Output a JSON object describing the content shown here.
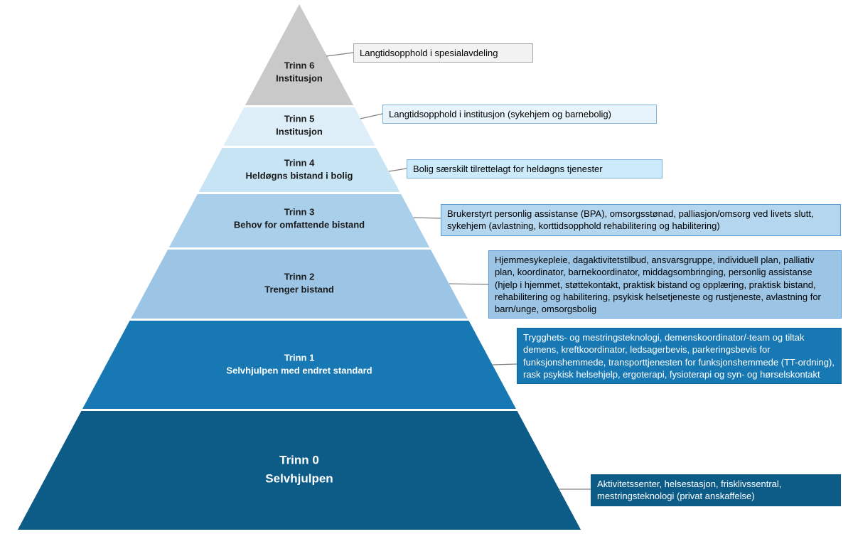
{
  "background": "#ffffff",
  "connector_color": "#7f7f7f",
  "pyramid": {
    "levels": [
      {
        "title": "Trinn 6",
        "subtitle": "Institusjon",
        "fill": "#c9c9c9",
        "text_color": "#1a1a1a"
      },
      {
        "title": "Trinn 5",
        "subtitle": "Institusjon",
        "fill": "#ddeef9",
        "text_color": "#1a1a1a"
      },
      {
        "title": "Trinn 4",
        "subtitle": "Heldøgns bistand i bolig",
        "fill": "#c7e4f5",
        "text_color": "#1a1a1a"
      },
      {
        "title": "Trinn 3",
        "subtitle": "Behov for omfattende bistand",
        "fill": "#aacfea",
        "text_color": "#1a1a1a"
      },
      {
        "title": "Trinn 2",
        "subtitle": "Trenger bistand",
        "fill": "#9cc4e4",
        "text_color": "#1a1a1a"
      },
      {
        "title": "Trinn 1",
        "subtitle": "Selvhjulpen med endret standard",
        "fill": "#1878b4",
        "text_color": "#ffffff"
      },
      {
        "title": "Trinn 0",
        "subtitle": "Selvhjulpen",
        "fill": "#0d5c88",
        "text_color": "#ffffff"
      }
    ]
  },
  "callouts": [
    {
      "text": "Langtidsopphold i spesialavdeling",
      "fill": "#f2f2f2",
      "border": "#a6a6a6",
      "text_color": "#000000"
    },
    {
      "text": "Langtidsopphold i institusjon (sykehjem og barnebolig)",
      "fill": "#e8f4fb",
      "border": "#7fb2d9",
      "text_color": "#000000"
    },
    {
      "text": "Bolig særskilt tilrettelagt for heldøgns tjenester",
      "fill": "#cdeafa",
      "border": "#7fb2d9",
      "text_color": "#000000"
    },
    {
      "text": "Brukerstyrt personlig assistanse (BPA), omsorgsstønad, palliasjon/omsorg ved livets slutt, sykehjem (avlastning, korttidsopphold rehabilitering og habilitering)",
      "fill": "#b5d6ef",
      "border": "#5b9bd5",
      "text_color": "#000000"
    },
    {
      "text": "Hjemmesykepleie, dagaktivitetstilbud, ansvarsgruppe, individuell plan, palliativ plan, koordinator, barnekoordinator, middagsombringing, personlig assistanse (hjelp i hjemmet, støttekontakt, praktisk bistand og opplæring, praktisk bistand, rehabilitering og habilitering, psykisk helsetjeneste og rustjeneste, avlastning for barn/unge, omsorgsbolig",
      "fill": "#9cc4e4",
      "border": "#5b9bd5",
      "text_color": "#000000"
    },
    {
      "text": "Trygghets- og mestringsteknologi, demenskoordinator/-team og tiltak demens, kreftkoordinator, ledsagerbevis, parkeringsbevis for funksjonshemmede, transporttjenesten for funksjonshemmede (TT-ordning), rask psykisk helsehjelp, ergoterapi, fysioterapi og syn- og hørselskontakt",
      "fill": "#1878b4",
      "border": "#10639a",
      "text_color": "#ffffff"
    },
    {
      "text": "Aktivitetssenter, helsestasjon, frisklivssentral, mestringsteknologi (privat anskaffelse)",
      "fill": "#0d5c88",
      "border": "#0d5c88",
      "text_color": "#ffffff"
    }
  ]
}
